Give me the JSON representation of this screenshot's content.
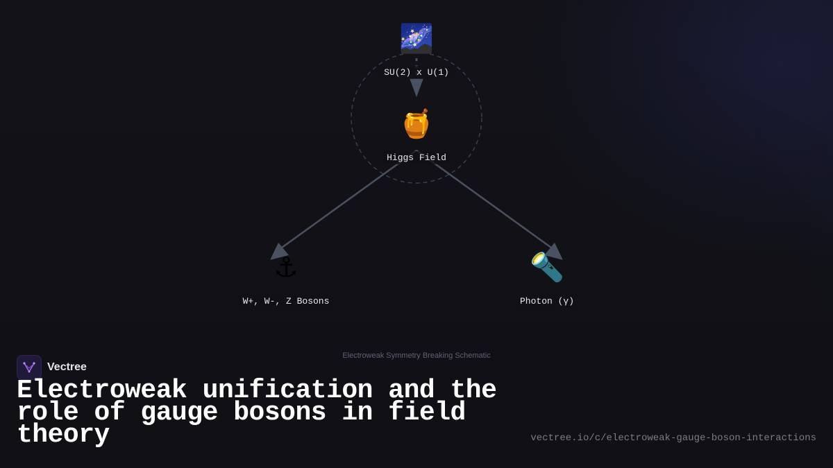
{
  "diagram": {
    "caption": "Electroweak Symmetry Breaking Schematic",
    "nodes": [
      {
        "id": "su2u1",
        "label": "SU(2) x U(1)",
        "icon": "milky-way-icon",
        "glyph": "🌌"
      },
      {
        "id": "higgs",
        "label": "Higgs Field",
        "icon": "honey-pot-icon",
        "glyph": "🍯"
      },
      {
        "id": "wz",
        "label": "W+, W-, Z Bosons",
        "icon": "anchor-icon",
        "glyph": "⚓"
      },
      {
        "id": "photon",
        "label": "Photon (γ)",
        "icon": "flashlight-icon",
        "glyph": "🔦"
      }
    ],
    "edges": [
      {
        "from": "su2u1",
        "to": "higgs",
        "style": "dashed"
      },
      {
        "from": "higgs",
        "to": "wz",
        "style": "solid"
      },
      {
        "from": "higgs",
        "to": "photon",
        "style": "solid"
      }
    ],
    "colors": {
      "edge": "#4a5160",
      "circle": "#3b3f4a",
      "background": "#111116"
    }
  },
  "brand": {
    "name": "Vectree",
    "logo_icon": "vectree-logo-icon",
    "logo_color": "#a66ee8"
  },
  "headline": "Electroweak unification and the role of gauge bosons in field theory",
  "url": "vectree.io/c/electroweak-gauge-boson-interactions"
}
